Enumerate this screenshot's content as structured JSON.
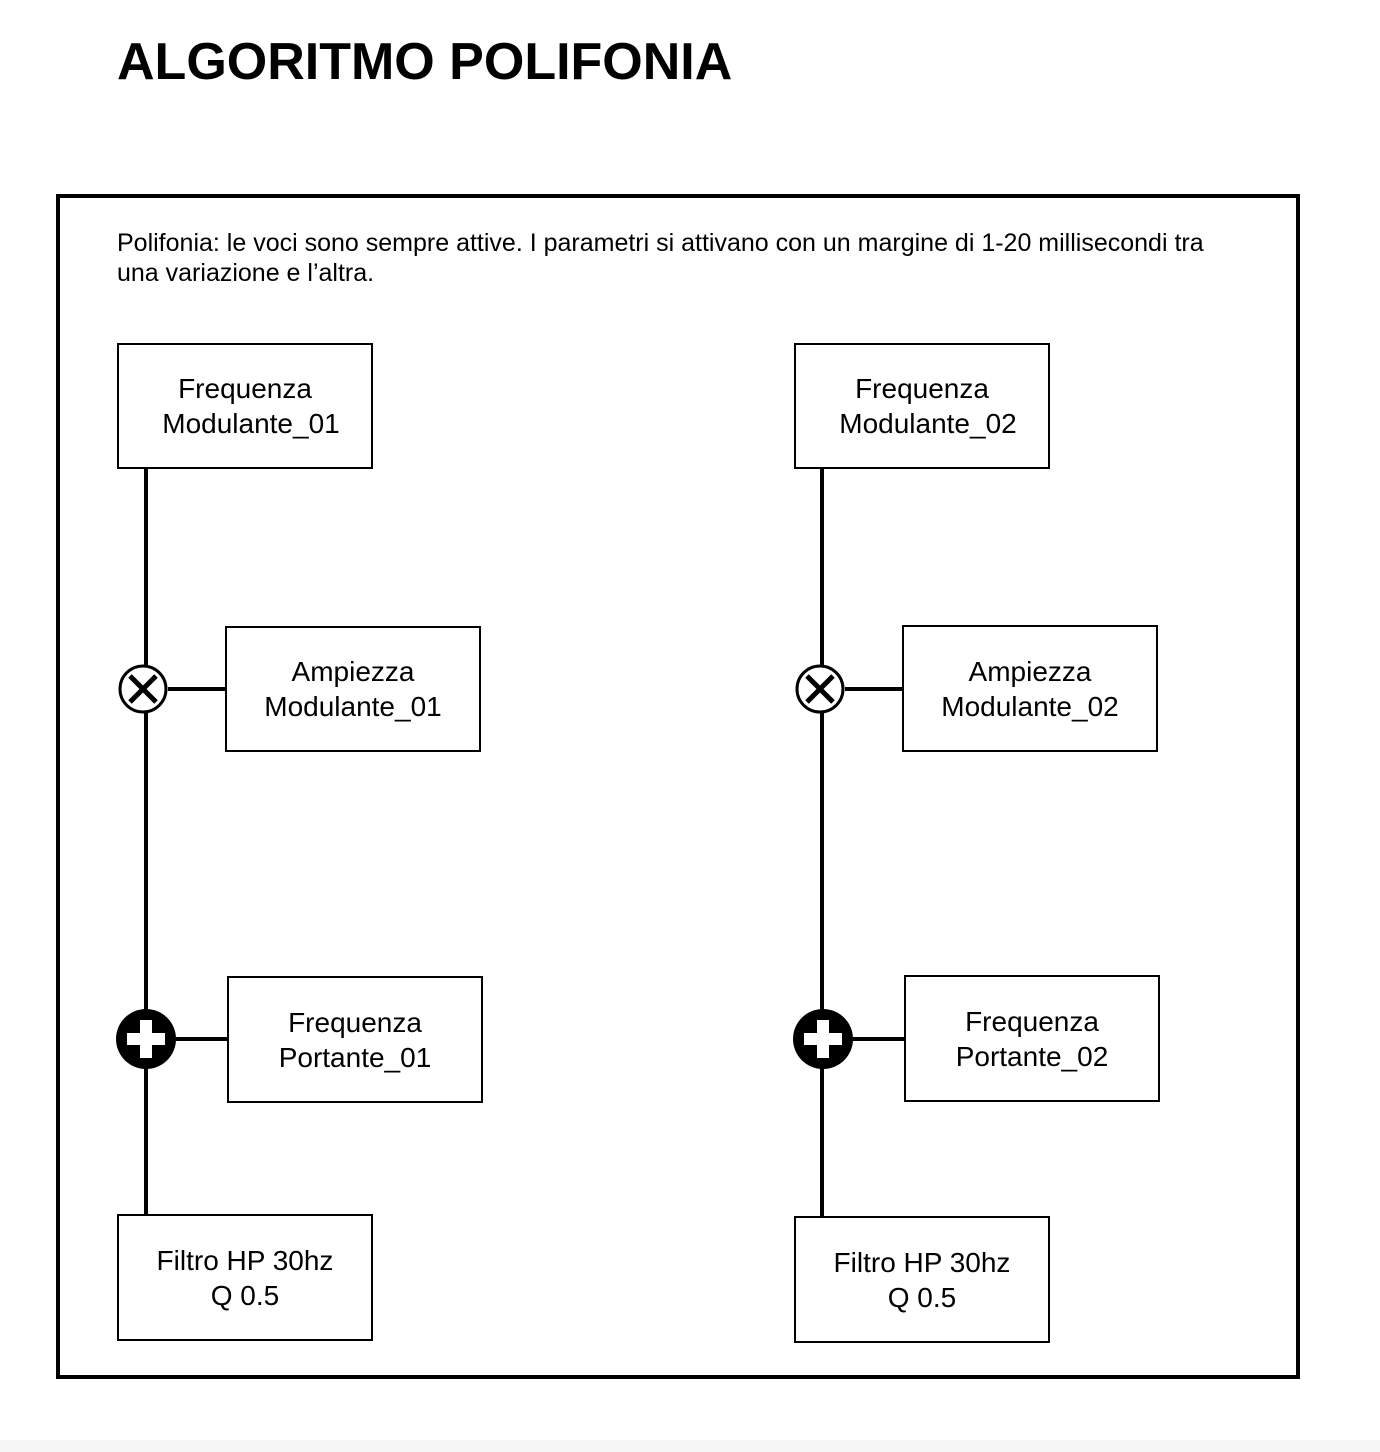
{
  "title": "ALGORITMO POLIFONIA",
  "description": "Polifonia: le voci sono sempre attive. I parametri si attivano con un margine di 1-20 millisecondi tra una variazione e l’altra.",
  "voices": [
    {
      "modulator_frequency": {
        "line1": "Frequenza",
        "line2": "Modulante_01"
      },
      "multiply_icon": "multiply-circle-icon",
      "modulator_amplitude": {
        "line1": "Ampiezza",
        "line2": "Modulante_01"
      },
      "sum_icon": "plus-circle-icon",
      "carrier_frequency": {
        "line1": "Frequenza",
        "line2": "Portante_01"
      },
      "filter": {
        "line1": "Filtro HP 30hz",
        "line2": "Q 0.5"
      }
    },
    {
      "modulator_frequency": {
        "line1": "Frequenza",
        "line2": "Modulante_02"
      },
      "multiply_icon": "multiply-circle-icon",
      "modulator_amplitude": {
        "line1": "Ampiezza",
        "line2": "Modulante_02"
      },
      "sum_icon": "plus-circle-icon",
      "carrier_frequency": {
        "line1": "Frequenza",
        "line2": "Portante_02"
      },
      "filter": {
        "line1": "Filtro HP 30hz",
        "line2": "Q 0.5"
      }
    }
  ]
}
